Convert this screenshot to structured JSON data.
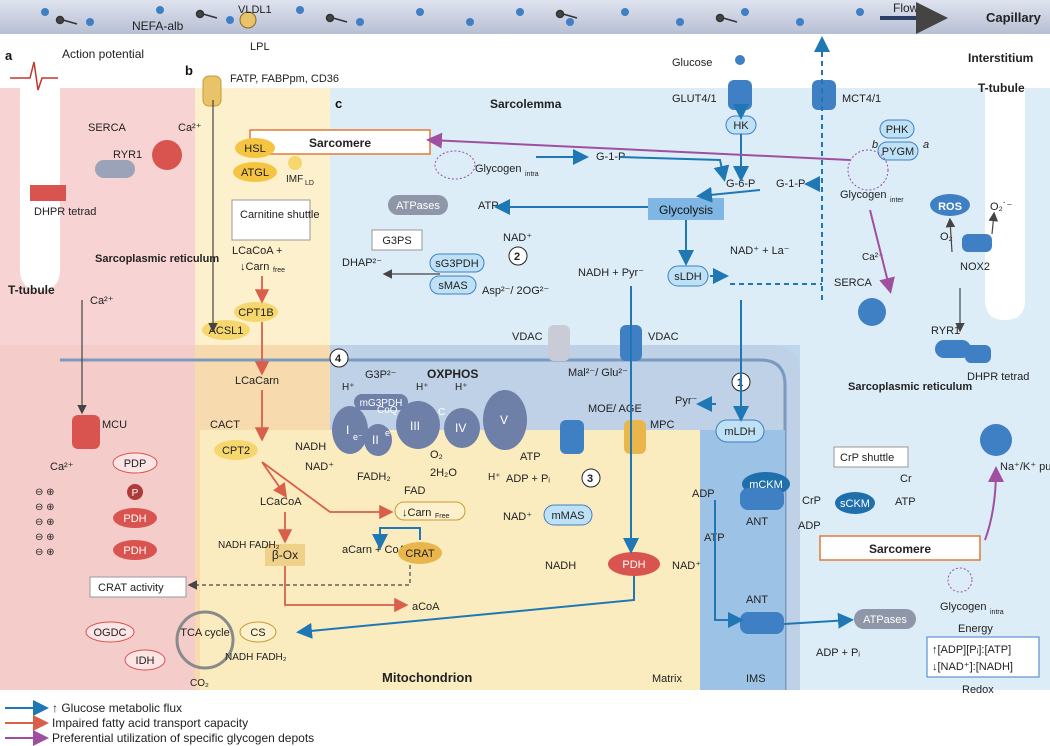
{
  "colors": {
    "glucose_flux": "#1f78b4",
    "fatty_acid": "#d95f4b",
    "glycogen": "#a04ea0",
    "capillary": "#c7cddd",
    "cytosol_blue": "#dcedf8",
    "fa_yellow": "#fdf0cc",
    "ca_pink": "#f7d3d3"
  },
  "capillary": {
    "label": "Capillary",
    "flow": "Flow",
    "nefa": "NEFA-alb",
    "vldl": "VLDL1",
    "lpl": "LPL"
  },
  "regions": {
    "interstitium": "Interstitium",
    "t_tubule_right": "T-tubule",
    "t_tubule_left": "T-tubule",
    "sarcolemma": "Sarcolemma",
    "panel_a": "a",
    "panel_b": "b",
    "panel_c": "c",
    "action_potential": "Action potential",
    "mitochondrion": "Mitochondrion",
    "matrix": "Matrix",
    "ims": "IMS"
  },
  "left": {
    "serca": "SERCA",
    "ca": "Ca²⁺",
    "ryr1": "RYR1",
    "dhpr": "DHPR tetrad",
    "sr": "Sarcoplasmic reticulum",
    "ca2": "Ca²⁺",
    "mcu": "MCU",
    "ca3": "Ca²⁺",
    "pdp": "PDP",
    "p": "P",
    "pdh1": "PDH",
    "pdh2": "PDH",
    "ogdc": "OGDC",
    "idh": "IDH",
    "tca": "TCA cycle",
    "cs": "CS",
    "tca_out": "NADH FADH₂",
    "co2": "CO₂"
  },
  "fa": {
    "fatp": "FATP, FABPpm, CD36",
    "sarcomere": "Sarcomere",
    "hsl": "HSL",
    "atgl": "ATGL",
    "imf": "IMF",
    "imf_sub": "LD",
    "carnitine": "Carnitine shuttle",
    "lcacoa1": "LCaCoA +",
    "carn_free1": "↓Carn",
    "carn_free1_sub": "free",
    "cpt1b": "CPT1B",
    "acsl1": "ACSL1",
    "lcacarn": "LCaCarn",
    "cact": "CACT",
    "cpt2": "CPT2",
    "lcacoa2": "LCaCoA",
    "carn_free2": "↓Carn",
    "carn_free2_sub": "Free",
    "box": "β-Ox",
    "box_out": "NADH FADH₂",
    "acarn": "aCarn + CoA",
    "crat": "CRAT",
    "crat_activity": "CRAT activity",
    "acoa": "aCoA"
  },
  "glyco": {
    "glycogen_intra": "Glycogen",
    "glycogen_intra_sub": "intra",
    "g1p": "G-1-P",
    "glucose": "Glucose",
    "glut": "GLUT4/1",
    "mct": "MCT4/1",
    "hk": "HK",
    "g6p": "G-6-P",
    "g1p2": "G-1-P",
    "phk": "PHK",
    "pygm": "PYGM",
    "b": "b",
    "a": "a",
    "glycogen_inter": "Glycogen",
    "glycogen_inter_sub": "inter",
    "glycolysis": "Glycolysis",
    "atpases": "ATPases",
    "atp": "ATP",
    "g3ps": "G3PS",
    "dhap": "DHAP²⁻",
    "sg3pdh": "sG3PDH",
    "smas": "sMAS",
    "nad1": "NAD⁺",
    "asp": "Asp²⁻/ 2OG²⁻",
    "nadh_pyr": "NADH + Pyr⁻",
    "sldh": "sLDH",
    "nad_la": "NAD⁺ + La⁻",
    "vdac1": "VDAC",
    "vdac2": "VDAC",
    "g3p": "G3P²⁻",
    "mg3pdh": "mG3PDH",
    "oxphos": "OXPHOS",
    "coq": "CoQ",
    "complexes": [
      "I",
      "II",
      "III",
      "IV",
      "V"
    ],
    "c": "C",
    "hplus": "H⁺",
    "e": "e⁻",
    "nadh": "NADH",
    "nadp": "NAD⁺",
    "fadh2": "FADH₂",
    "fad": "FAD",
    "o2": "O₂",
    "h2o": "2H₂O",
    "atp2": "ATP",
    "adp_pi": "ADP + Pᵢ",
    "mal": "Mal²⁻/ Glu²⁻",
    "moe": "MOE/ AGE",
    "mpc": "MPC",
    "pyr": "Pyr⁻",
    "mldh": "mLDH",
    "nad2": "NAD⁺",
    "mmas": "mMAS",
    "nadh2": "NADH",
    "pdh": "PDH",
    "nad3": "NAD⁺",
    "steps": [
      "1",
      "2",
      "3",
      "4"
    ]
  },
  "right": {
    "ros": "ROS",
    "o2minus": "O₂˙⁻",
    "o2": "O₂",
    "nox2": "NOX2",
    "serca": "SERCA",
    "ca": "Ca²⁺",
    "ryr1": "RYR1",
    "dhpr": "DHPR tetrad",
    "sr": "Sarcoplasmic reticulum",
    "nak": "Na⁺/K⁺ pump",
    "crp_shuttle": "CrP shuttle",
    "cr": "Cr",
    "adp1": "ADP",
    "mckm": "mCKM",
    "crp": "CrP",
    "adp2": "ADP",
    "skcm": "sCKM",
    "atp1": "ATP",
    "ant1": "ANT",
    "atp2": "ATP",
    "ant2": "ANT",
    "atpases": "ATPases",
    "adp_pi": "ADP + Pᵢ",
    "sarcomere": "Sarcomere",
    "glycogen": "Glycogen",
    "glycogen_sub": "intra",
    "energy": "Energy",
    "energy_line1": "↑[ADP][Pᵢ]:[ATP]",
    "energy_line2": "↓[NAD⁺]:[NADH]",
    "redox": "Redox"
  },
  "legend": [
    {
      "label": "↑ Glucose metabolic flux",
      "color": "#1f78b4"
    },
    {
      "label": "Impaired fatty acid transport capacity",
      "color": "#d95f4b"
    },
    {
      "label": "Preferential utilization of specific glycogen depots",
      "color": "#a04ea0"
    }
  ]
}
